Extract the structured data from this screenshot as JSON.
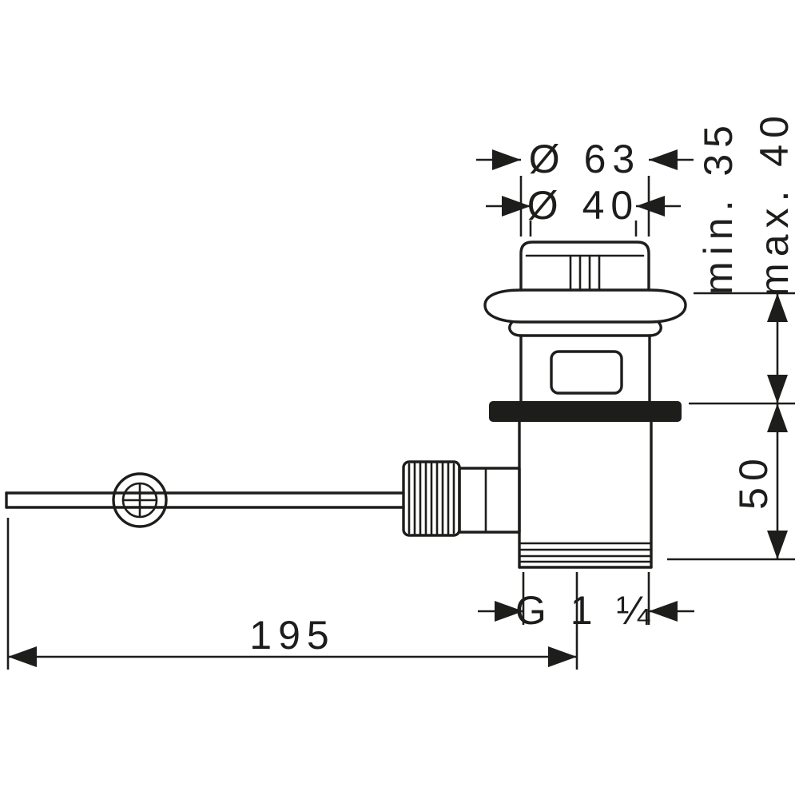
{
  "drawing": {
    "background_color": "#ffffff",
    "line_color": "#1d1d1b",
    "labels": {
      "outer_diameter": "Ø 63",
      "inner_diameter": "Ø 40",
      "min_mounting_depth": "min. 35",
      "max_mounting_depth": "max. 40",
      "lower_height": "50",
      "thread_size": "G 1 ¼",
      "rod_length": "195"
    }
  }
}
